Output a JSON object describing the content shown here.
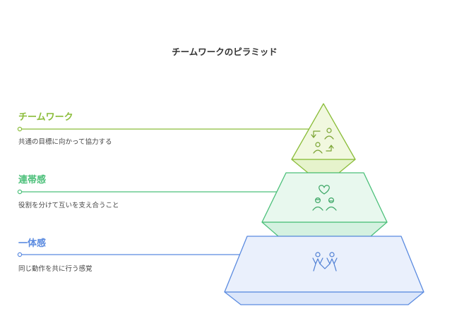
{
  "title": "チームワークのピラミッド",
  "levels": [
    {
      "label": "チームワーク",
      "description": "共通の目標に向かって協力する",
      "color": "#8bbd3a",
      "icon": "swap-people-icon"
    },
    {
      "label": "連帯感",
      "description": "役割を分けて互いを支え合うこと",
      "color": "#4cc07a",
      "icon": "heart-people-icon"
    },
    {
      "label": "一体感",
      "description": "同じ動作を共に行う感覚",
      "color": "#5b8be0",
      "icon": "dancing-people-icon"
    }
  ]
}
